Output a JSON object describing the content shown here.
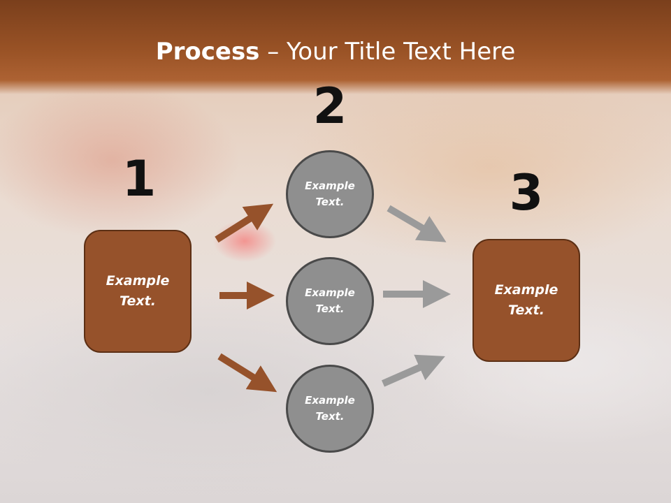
{
  "slide": {
    "title_bold": "Process",
    "title_rest": " – Your Title Text Here"
  },
  "steps": {
    "step1": {
      "number": "1",
      "label": "Example\nText."
    },
    "step2": {
      "number": "2"
    },
    "step3": {
      "number": "3",
      "label": "Example\nText."
    }
  },
  "circles": [
    {
      "label": "Example\nText."
    },
    {
      "label": "Example\nText."
    },
    {
      "label": "Example\nText."
    }
  ],
  "colors": {
    "title_band": "#9a5326",
    "box_fill": "#96522b",
    "box_border": "#5c2f14",
    "circle_fill": "#8f8f8f",
    "circle_border": "#4a4a4a",
    "arrow_brown": "#96522b",
    "arrow_gray": "#9a9a9a"
  }
}
